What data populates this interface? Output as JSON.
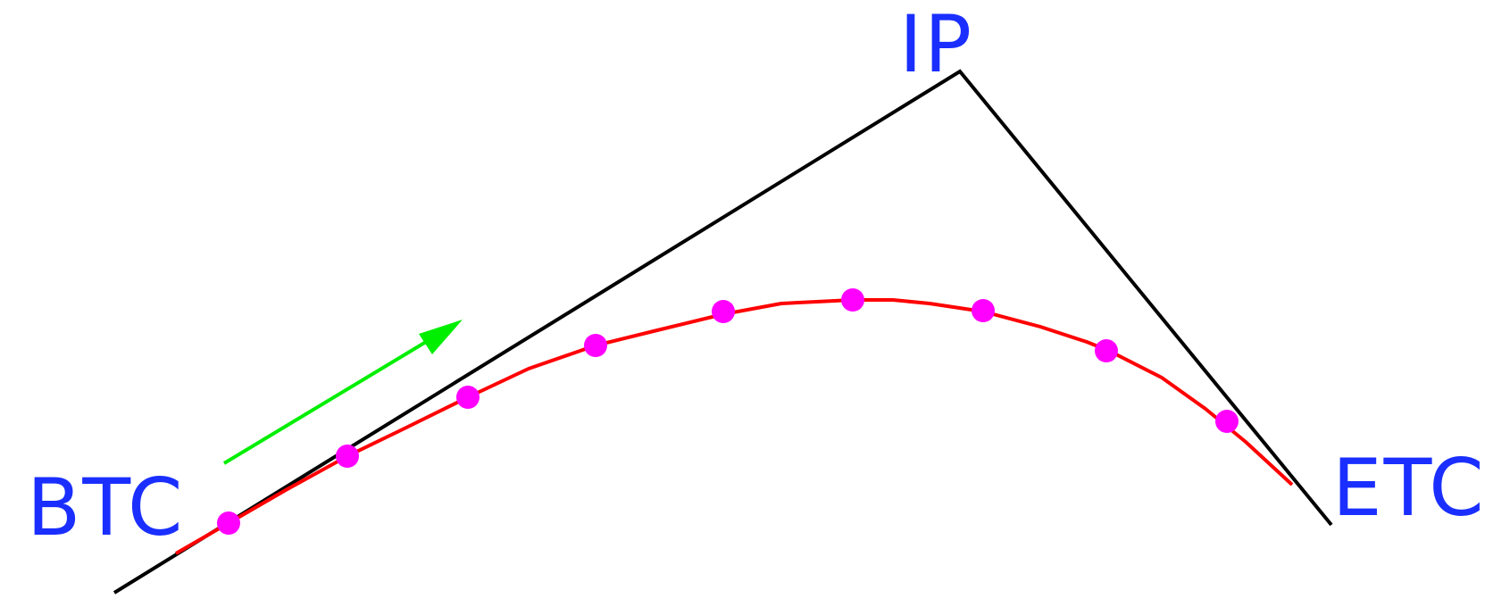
{
  "labels": {
    "ip": "IP",
    "btc": "BTC",
    "etc": "ETC"
  },
  "colors": {
    "tangent": "#000000",
    "curve": "#ff0000",
    "points": "#ff00ff",
    "arrow": "#00ee00",
    "label": "#1a2fff"
  },
  "curve_points_count": 9
}
